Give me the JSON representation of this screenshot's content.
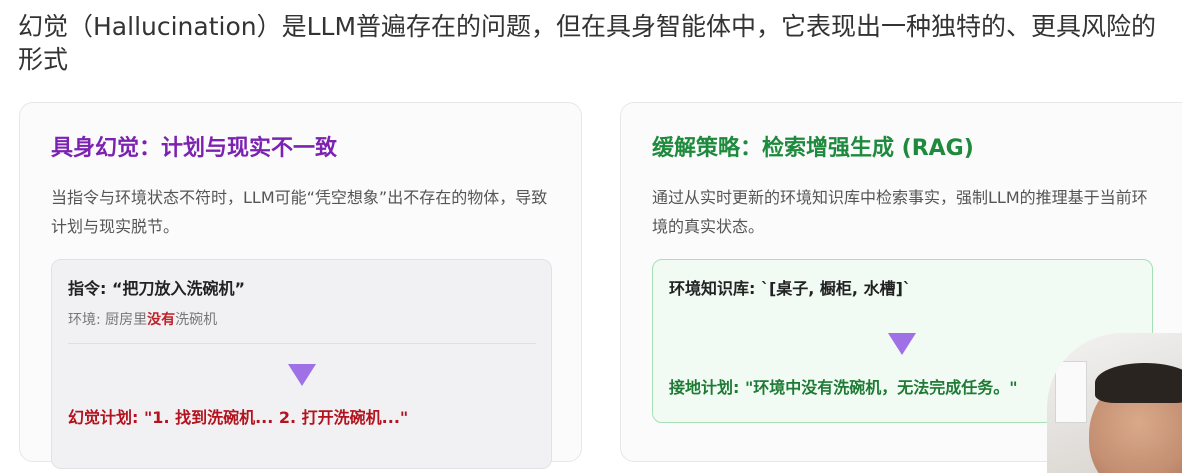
{
  "headline": "幻觉（Hallucination）是LLM普遍存在的问题，但在具身智能体中，它表现出一种独特的、更具风险的形式",
  "left_card": {
    "title": "具身幻觉：计划与现实不一致",
    "description": "当指令与环境状态不符时，LLM可能“凭空想象”出不存在的物体，导致计划与现实脱节。",
    "instruction": "指令: “把刀放入洗碗机”",
    "env_prefix": "环境: 厨房里",
    "env_neg": "没有",
    "env_suffix": "洗碗机",
    "result": "幻觉计划: \"1. 找到洗碗机... 2. 打开洗碗机...\""
  },
  "right_card": {
    "title": "缓解策略：检索增强生成 (RAG)",
    "description": "通过从实时更新的环境知识库中检索事实，强制LLM的推理基于当前环境的真实状态。",
    "knowledge": "环境知识库: `[桌子, 橱柜, 水槽]`",
    "result": "接地计划: \"环境中没有洗碗机，无法完成任务。\""
  },
  "colors": {
    "left_title": "#7b22b0",
    "right_title": "#1e8a3d",
    "negative": "#c0202a",
    "arrow": "#a071e6"
  },
  "icons": [
    "down-triangle-arrow-icon"
  ]
}
